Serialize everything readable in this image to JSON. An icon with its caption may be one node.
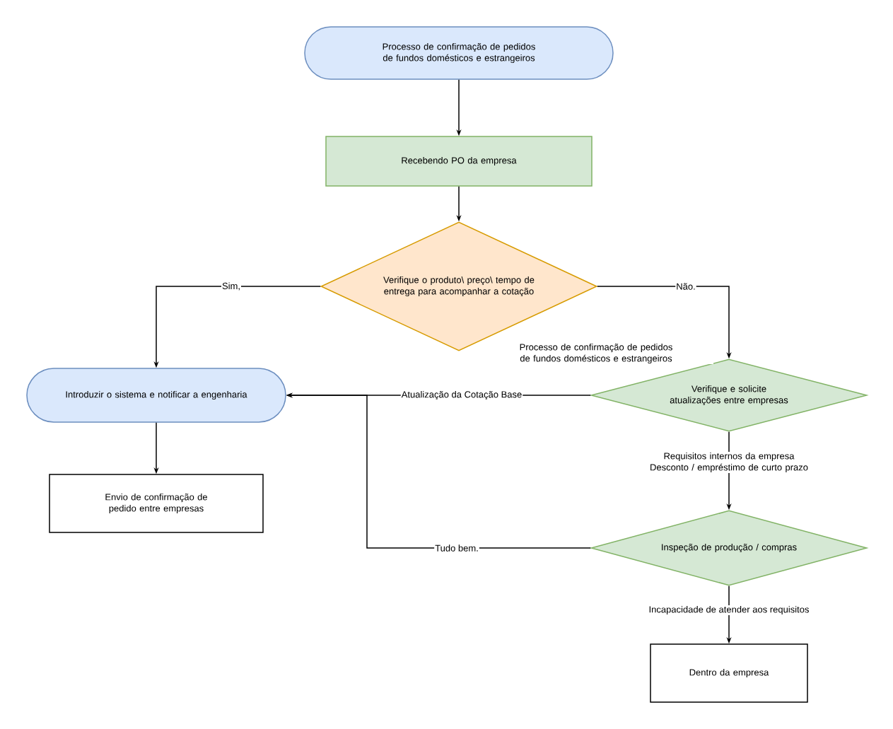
{
  "diagram": {
    "nodes": [
      {
        "text": [
          "Processo de confirmação de pedidos de fundos domésticos e estrangeiros"
        ]
      },
      {
        "text": [
          "Recebendo PO da empresa"
        ]
      },
      {
        "text": [
          "Verifique o produto\\ preço\\ tempo de entrega para acompanhar a cotação"
        ]
      },
      {
        "text": [
          "Introduzir o sistema e notificar a engenharia"
        ]
      },
      {
        "text": [
          "Envio de confirmação de pedido entre empresas"
        ]
      },
      {
        "text": [
          "Verifique e solicite atualizações entre empresas"
        ],
        "beside": [
          "Processo de confirmação de pedidos de fundos domésticos e estrangeiros"
        ]
      },
      {
        "text": [
          "Inspeção de produção / compras"
        ]
      },
      {
        "text": [
          "Dentro da empresa"
        ]
      }
    ],
    "edges": [
      {
        "from": 0,
        "to": 1,
        "arrow": "to"
      },
      {
        "from": 1,
        "to": 2,
        "arrow": "to"
      },
      {
        "from": 2,
        "to": 3,
        "arrow": "to",
        "label": "Sim,"
      },
      {
        "from": 2,
        "to": 5,
        "arrow": "to",
        "label": "Não."
      },
      {
        "from": 5,
        "to": 3,
        "arrow": "to",
        "label": "Atualização da Cotação Base"
      },
      {
        "from": 3,
        "to": 4,
        "arrow": "to"
      },
      {
        "from": 5,
        "to": 6,
        "arrow": "to",
        "label": "Requisitos internos da empresa Desconto / empréstimo de curto prazo"
      },
      {
        "from": 6,
        "to": 3,
        "arrow": "to",
        "label": "Tudo bem."
      },
      {
        "from": 6,
        "to": 7,
        "arrow": "to",
        "label": "Incapacidade de atender aos requisitos"
      }
    ]
  }
}
